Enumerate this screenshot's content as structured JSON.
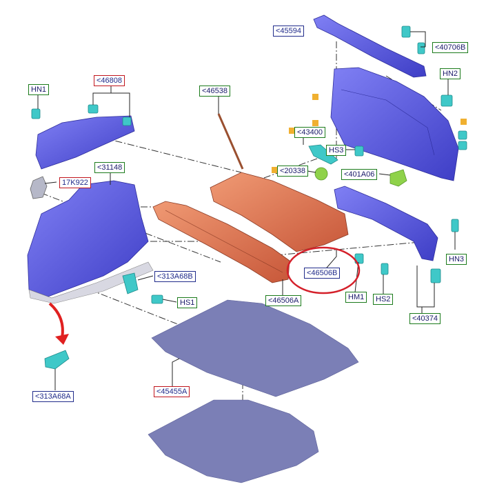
{
  "callouts": {
    "c45594": "<45594",
    "c40706B": "<40706B",
    "cHN2": "HN2",
    "cHN1": "HN1",
    "c46808": "<46808",
    "c46538": "<46538",
    "c43400": "<43400",
    "cHS3": "HS3",
    "c20338": "<20338",
    "c401A06": "<401A06",
    "c31148": "<31148",
    "c17K922": "17K922",
    "c313A68B": "<313A68B",
    "cHS1": "HS1",
    "c46506B": "<46506B",
    "cHM1": "HM1",
    "cHS2": "HS2",
    "cHN3": "HN3",
    "c46506A": "<46506A",
    "c40374": "<40374",
    "c45455A": "<45455A",
    "c313A68A": "<313A68A"
  },
  "colors": {
    "trim_panel": "#5a5ae0",
    "parcel_shelf": "#e0734e",
    "floor_mat": "#7b7fb6",
    "clips": "#3fc8c8",
    "bumpers": "#8fd24a",
    "highlight_ring": "#d4202a",
    "arrow": "#e02020"
  },
  "icons": [
    "arrow-down-icon"
  ]
}
